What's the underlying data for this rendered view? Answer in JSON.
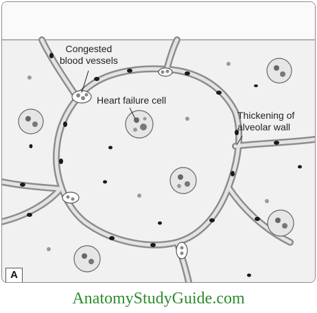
{
  "labels": {
    "congested": [
      "Congested",
      "blood vessels"
    ],
    "heart_failure_cell": "Heart failure cell",
    "thickening": [
      "Thickening of",
      "alveolar wall"
    ]
  },
  "panel_letter": "A",
  "footer": "AnatomyStudyGuide.com",
  "colors": {
    "background": "#f1f1f1",
    "wall_fill": "#d4d4d4",
    "wall_stroke": "#8c8c8c",
    "nucleus": "#1a1a1a",
    "macrophage": "#cfcfcf",
    "watermark": "#2e8b2e"
  }
}
